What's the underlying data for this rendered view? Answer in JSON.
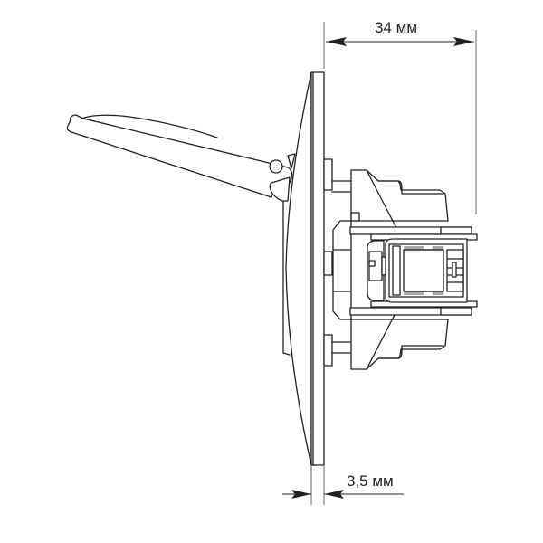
{
  "drawing": {
    "subject": "Electrical socket with hinged cover — side view",
    "dimensions": {
      "depth": {
        "label": "34 мм",
        "value": 34,
        "unit": "мм"
      },
      "frame_thickness": {
        "label": "3,5 мм",
        "value": 3.5,
        "unit": "мм"
      }
    },
    "colors": {
      "line": "#231f20",
      "extension_line": "#808285",
      "detail_fill": "#a7a9ac",
      "background": "#ffffff"
    }
  }
}
